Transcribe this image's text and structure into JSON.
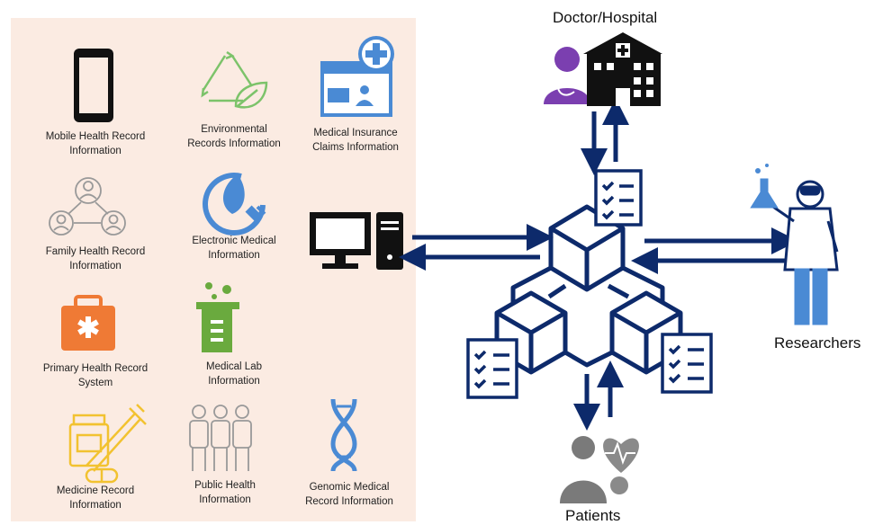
{
  "sources": [
    {
      "id": "mobile",
      "lines": [
        "Mobile Health Record",
        "Information"
      ],
      "icon": "mobile-phone-icon"
    },
    {
      "id": "environmental",
      "lines": [
        "Environmental",
        "Records Information"
      ],
      "icon": "recycle-leaf-icon"
    },
    {
      "id": "insurance",
      "lines": [
        "Medical Insurance",
        "Claims Information"
      ],
      "icon": "telehealth-plus-icon"
    },
    {
      "id": "family",
      "lines": [
        "Family Health Record",
        "Information"
      ],
      "icon": "family-network-icon"
    },
    {
      "id": "electronic",
      "lines": [
        "Electronic Medical",
        "Information"
      ],
      "icon": "leaf-plug-icon"
    },
    {
      "id": "primary",
      "lines": [
        "Primary Health Record",
        "System"
      ],
      "icon": "medical-kit-icon"
    },
    {
      "id": "lab",
      "lines": [
        "Medical Lab",
        "Information"
      ],
      "icon": "beaker-icon"
    },
    {
      "id": "medicine",
      "lines": [
        "Medicine Record",
        "Information"
      ],
      "icon": "medicine-syringe-icon"
    },
    {
      "id": "public",
      "lines": [
        "Public Health",
        "Information"
      ],
      "icon": "people-group-icon"
    },
    {
      "id": "genomic",
      "lines": [
        "Genomic Medical",
        "Record Information"
      ],
      "icon": "dna-icon"
    }
  ],
  "actors": {
    "doctor": "Doctor/Hospital",
    "researchers": "Researchers",
    "patients": "Patients"
  },
  "colors": {
    "panel": "#fbebe2",
    "navy": "#0d2a6b",
    "purple": "#7b3fb0",
    "green": "#7cc36a",
    "blue": "#4a8ad4",
    "orange": "#ef7a35",
    "lab_green": "#6aaa3e",
    "yellow": "#f2c230",
    "gray": "#888888"
  }
}
